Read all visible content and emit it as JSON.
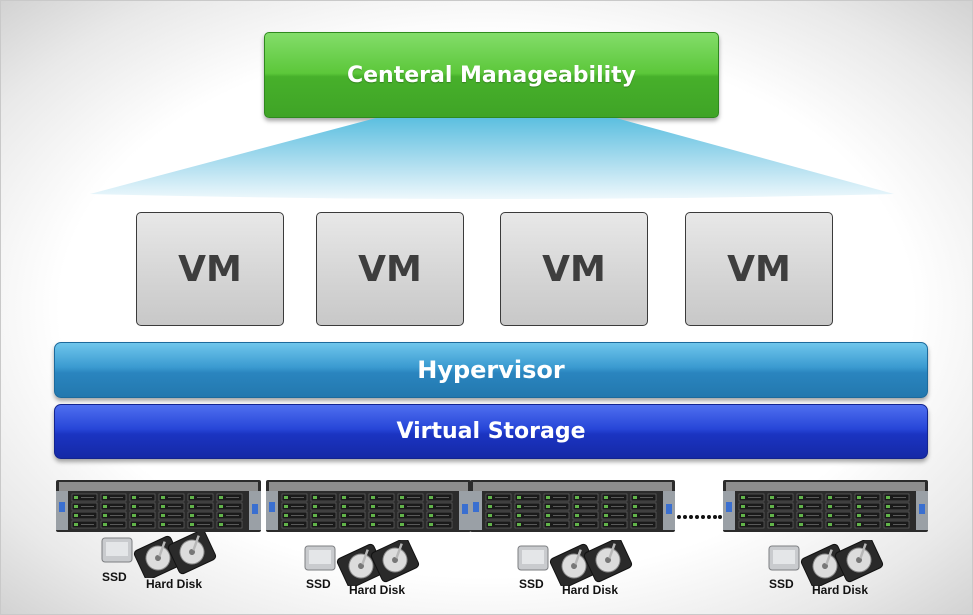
{
  "management": {
    "label": "Centeral Manageability"
  },
  "vms": [
    {
      "label": "VM"
    },
    {
      "label": "VM"
    },
    {
      "label": "VM"
    },
    {
      "label": "VM"
    }
  ],
  "layers": {
    "hypervisor": "Hypervisor",
    "virtual_storage": "Virtual Storage"
  },
  "nodes": [
    {
      "ssd_label": "SSD",
      "hdd_label": "Hard Disk"
    },
    {
      "ssd_label": "SSD",
      "hdd_label": "Hard Disk"
    },
    {
      "ssd_label": "SSD",
      "hdd_label": "Hard Disk"
    },
    {
      "ssd_label": "SSD",
      "hdd_label": "Hard Disk"
    }
  ],
  "colors": {
    "management": "#5cc73a",
    "hypervisor": "#2a85bf",
    "virtual_storage": "#1b34c2",
    "vm_box": "#d4d4d4"
  }
}
